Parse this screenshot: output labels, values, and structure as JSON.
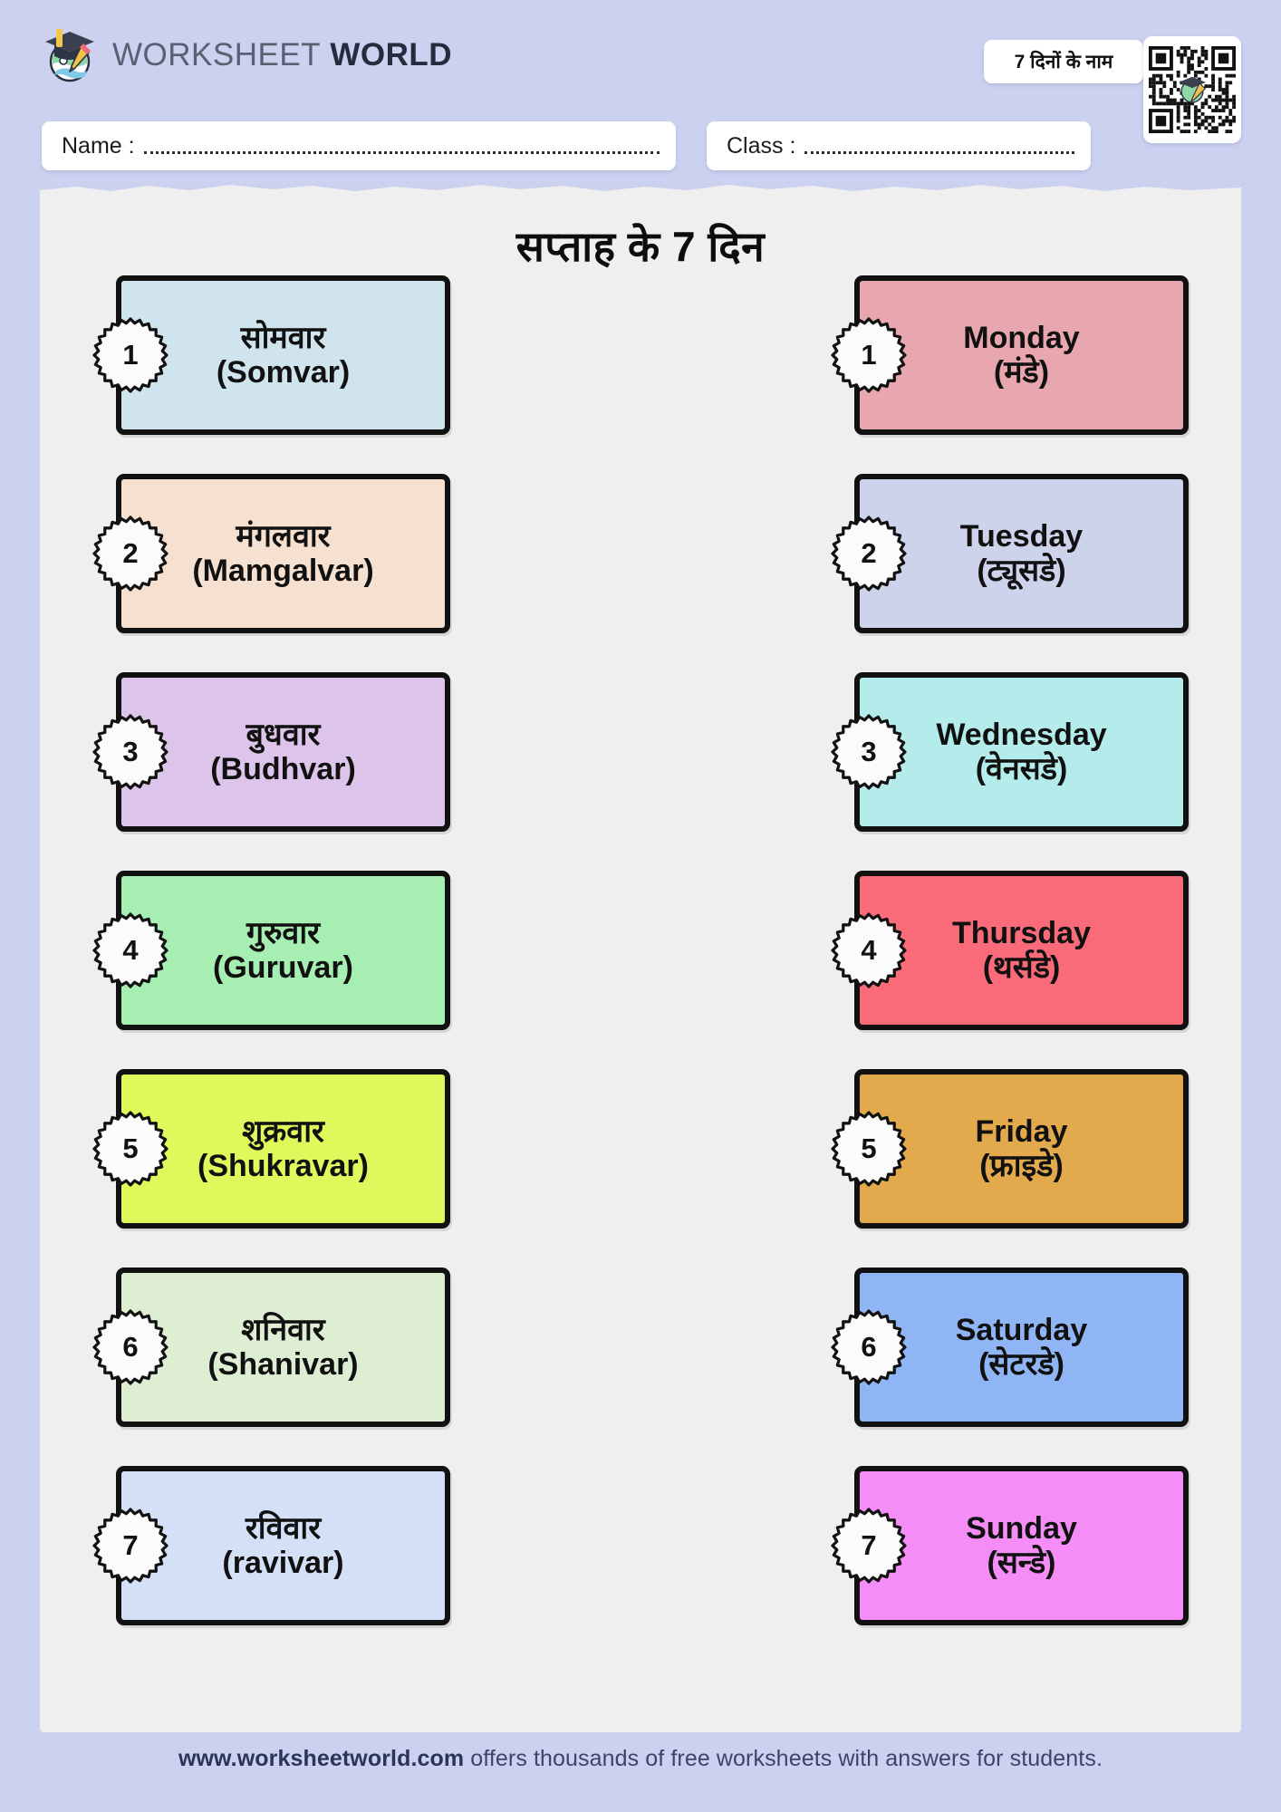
{
  "header": {
    "brand_light": "WORKSHEET",
    "brand_bold": "WORLD",
    "logo_icon": "graduation-cap-globe-pencil-logo",
    "title_badge": "7 दिनों के नाम",
    "qr_icon": "qr-code",
    "name_label": "Name :",
    "name_value": "",
    "class_label": "Class :",
    "class_value": ""
  },
  "sheet": {
    "title": "सप्ताह के 7 दिन"
  },
  "cards": {
    "left": [
      {
        "num": "1",
        "line1": "सोमवार",
        "line2": "(Somvar)",
        "color": "#cfe4ec"
      },
      {
        "num": "2",
        "line1": "मंगलवार",
        "line2": "(Mamgalvar)",
        "color": "#f6e0d0"
      },
      {
        "num": "3",
        "line1": "बुधवार",
        "line2": "(Budhvar)",
        "color": "#ddc4ea"
      },
      {
        "num": "4",
        "line1": "गुरुवार",
        "line2": "(Guruvar)",
        "color": "#a7eeb3"
      },
      {
        "num": "5",
        "line1": "शुक्रवार",
        "line2": "(Shukravar)",
        "color": "#e1f85c"
      },
      {
        "num": "6",
        "line1": "शनिवार",
        "line2": "(Shanivar)",
        "color": "#ddeed2"
      },
      {
        "num": "7",
        "line1": "रविवार",
        "line2": "(ravivar)",
        "color": "#d3e0f5"
      }
    ],
    "right": [
      {
        "num": "1",
        "line1": "Monday",
        "line2": "(मंडे)",
        "color": "#e8a7ae"
      },
      {
        "num": "2",
        "line1": "Tuesday",
        "line2": "(ट्यूसडे)",
        "color": "#ccd3ea"
      },
      {
        "num": "3",
        "line1": "Wednesday",
        "line2": "(वेनसडे)",
        "color": "#b4ecec"
      },
      {
        "num": "4",
        "line1": "Thursday",
        "line2": "(थर्सडे)",
        "color": "#f96b78"
      },
      {
        "num": "5",
        "line1": "Friday",
        "line2": "(फ्राइडे)",
        "color": "#e3aa4d"
      },
      {
        "num": "6",
        "line1": "Saturday",
        "line2": "(सेटरडे)",
        "color": "#8fb5f4"
      },
      {
        "num": "7",
        "line1": "Sunday",
        "line2": "(सन्डे)",
        "color": "#f48df5"
      }
    ]
  },
  "footer": {
    "domain": "www.worksheetworld.com",
    "text": " offers thousands of free worksheets with answers for students."
  },
  "colors": {
    "page_bg": "#ccd1f0",
    "sheet_bg": "#efefef",
    "ink": "#111111"
  }
}
